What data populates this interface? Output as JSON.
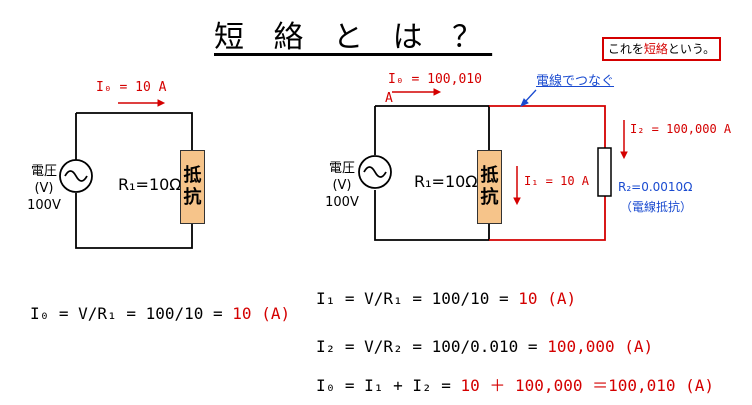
{
  "title": "短 絡 と は ？",
  "note": {
    "prefix": "これを",
    "highlight": "短絡",
    "suffix": "という。"
  },
  "left_circuit": {
    "current_label": "I₀ = 10 A",
    "source_label_line1": "電圧",
    "source_label_line2": "(V)",
    "source_label_line3": "100V",
    "resistance_label": "R₁=10Ω",
    "resistor_text_line1": "抵",
    "resistor_text_line2": "抗"
  },
  "right_circuit": {
    "current_total_label": "I₀ = 100,010",
    "current_total_unit": "A",
    "connection_label": "電線でつなぐ",
    "current_i2_label": "I₂ = 100,000 A",
    "current_i1_label": "I₁ = 10 A",
    "source_label_line1": "電圧",
    "source_label_line2": "(V)",
    "source_label_line3": "100V",
    "resistance_label": "R₁=10Ω",
    "resistor_text_line1": "抵",
    "resistor_text_line2": "抗",
    "r2_label": "R₂=0.0010Ω",
    "r2_note": "（電線抵抗）"
  },
  "equations": {
    "left_eq_black": "I₀ = V/R₁ = 100/10 = ",
    "left_eq_red": "10 (A)",
    "eq1_black": "I₁ = V/R₁ = 100/10 = ",
    "eq1_red": "10 (A)",
    "eq2_black": "I₂ = V/R₂ = 100/0.010 = ",
    "eq2_red": "100,000 (A)",
    "eq3_black": "I₀ = I₁ + I₂ = ",
    "eq3_red": "10 ＋ 100,000 ＝100,010 (A)"
  },
  "colors": {
    "accent_red": "#d40000",
    "link_blue": "#1a4bd0",
    "resistor_fill": "#f6c48a"
  }
}
